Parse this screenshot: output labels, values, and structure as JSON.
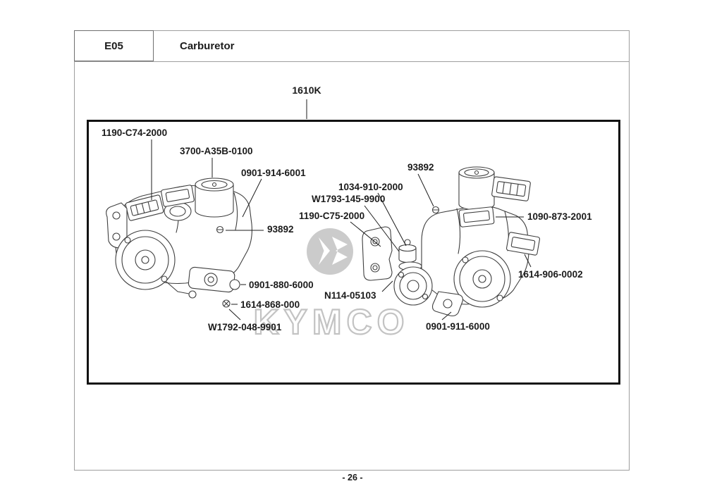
{
  "header": {
    "code": "E05",
    "title": "Carburetor"
  },
  "assembly": {
    "label": "1610K"
  },
  "watermark": {
    "text": "KYMCO"
  },
  "footer": {
    "page_number": "- 26 -"
  },
  "parts": [
    {
      "label": "1190-C74-2000"
    },
    {
      "label": "3700-A35B-0100"
    },
    {
      "label": "0901-914-6001"
    },
    {
      "label": "93892"
    },
    {
      "label": "1034-910-2000"
    },
    {
      "label": "W1793-145-9900"
    },
    {
      "label": "1190-C75-2000"
    },
    {
      "label": "1090-873-2001"
    },
    {
      "label": "93892"
    },
    {
      "label": "0901-880-6000"
    },
    {
      "label": "1614-906-0002"
    },
    {
      "label": "N114-05103"
    },
    {
      "label": "1614-868-000"
    },
    {
      "label": "W1792-048-9901"
    },
    {
      "label": "0901-911-6000"
    }
  ]
}
